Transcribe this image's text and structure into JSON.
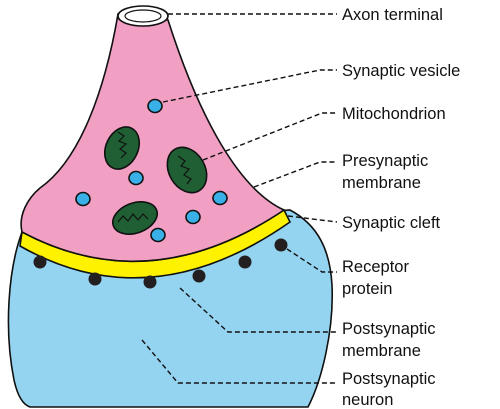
{
  "diagram": {
    "labels": {
      "axon_terminal": "Axon terminal",
      "synaptic_vesicle": "Synaptic vesicle",
      "mitochondrion": "Mitochondrion",
      "presynaptic_membrane_line1": "Presynaptic",
      "presynaptic_membrane_line2": "membrane",
      "synaptic_cleft": "Synaptic cleft",
      "receptor_protein_line1": "Receptor",
      "receptor_protein_line2": "protein",
      "postsynaptic_membrane_line1": "Postsynaptic",
      "postsynaptic_membrane_line2": "membrane",
      "postsynaptic_neuron_line1": "Postsynaptic",
      "postsynaptic_neuron_line2": "neuron"
    },
    "colors": {
      "presynaptic_fill": "#f29fc4",
      "postsynaptic_fill": "#94d4f0",
      "cleft_fill": "#fff200",
      "vesicle_fill": "#39b1e8",
      "mitochondrion_fill": "#1f5f33",
      "receptor_fill": "#231f20",
      "outline": "#111111"
    }
  }
}
